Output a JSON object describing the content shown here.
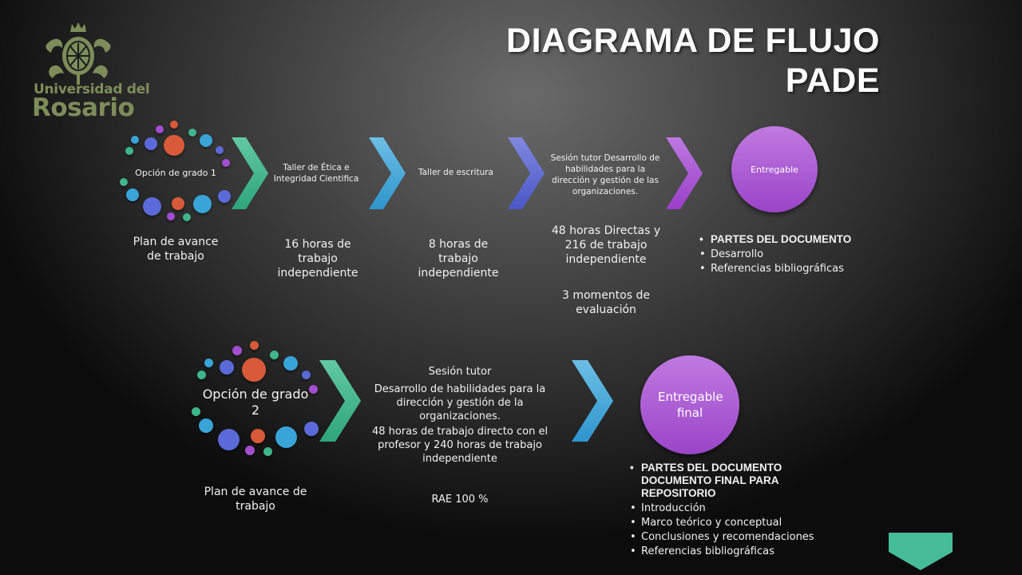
{
  "logo": {
    "line1": "Universidad del",
    "line2": "Rosario",
    "color": "#7d8d5a"
  },
  "title": {
    "line1": "DIAGRAMA DE FLUJO",
    "line2": "PADE"
  },
  "colors": {
    "green": "#3fb58c",
    "blue": "#38a4d8",
    "indigo": "#5a6ad8",
    "purple": "#a34ed0",
    "orange": "#d85a38"
  },
  "row1": {
    "start_label": "Opción de grado 1",
    "start_caption": "Plan de avance de trabajo",
    "steps": [
      {
        "label": "Taller de Ética e Integridad Cientifica",
        "caption": "16 horas de trabajo independiente"
      },
      {
        "label": "Taller de escritura",
        "caption": "8 horas de trabajo independiente"
      },
      {
        "label": "Sesión tutor Desarrollo de habilidades para la dirección y gestión de las organizaciones.",
        "caption": "48 horas Directas y 216 de trabajo independiente",
        "caption2": "3 momentos de evaluación"
      }
    ],
    "end_label": "Entregable",
    "end_list": {
      "heading": "PARTES DEL DOCUMENTO",
      "items": [
        "Desarrollo",
        "Referencias bibliográficas"
      ]
    }
  },
  "row2": {
    "start_label": "Opción de grado 2",
    "start_caption": "Plan de avance de trabajo",
    "step": {
      "line1": "Sesión tutor",
      "line2": "Desarrollo de habilidades para la dirección y gestión de la organizaciones.",
      "line3": "48 horas de trabajo directo con el profesor y 240 horas de trabajo independiente",
      "line4": "RAE 100 %"
    },
    "end_label": "Entregable final",
    "end_list": {
      "heading": "PARTES DEL DOCUMENTO DOCUMENTO FINAL PARA REPOSITORIO",
      "items": [
        "Introducción",
        "Marco teórico y conceptual",
        "Conclusiones y recomendaciones",
        "Referencias bibliográficas"
      ]
    }
  },
  "nav": {
    "next_icon": "chevron-down-icon"
  }
}
